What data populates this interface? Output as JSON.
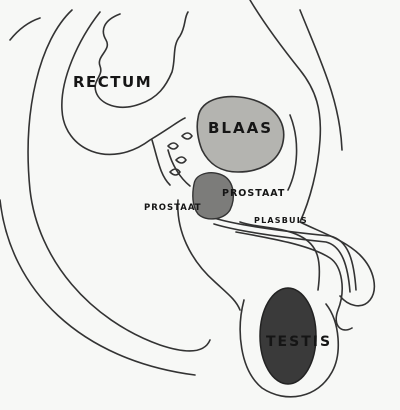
{
  "labels": {
    "rectum": "RECTUM",
    "blaas": "BLAAS",
    "prostaat_right": "PROSTAAT",
    "prostaat_left": "PROSTAAT",
    "plasbuis": "PLASBUIS",
    "testis": "TESTIS"
  },
  "colors": {
    "background": "#f7f8f6",
    "outline": "#333333",
    "bladder": "#b4b4b0",
    "prostate": "#7c7c7a",
    "testis": "#3a3a3a"
  }
}
